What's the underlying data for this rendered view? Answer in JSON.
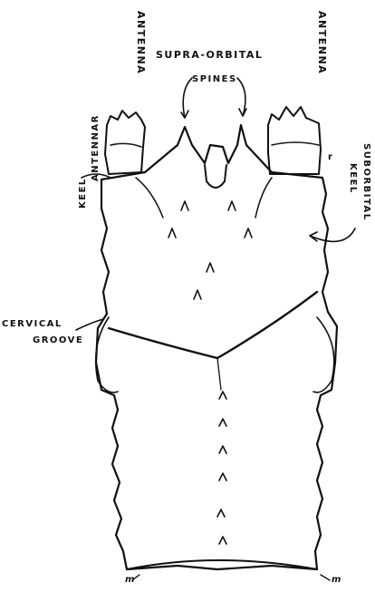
{
  "figure": {
    "labels": {
      "antenna_left": "ANTENNA",
      "antenna_right": "ANTENNA",
      "supra_orbital_line1": "SUPRA-ORBITAL",
      "supra_orbital_line2": "SPINES",
      "suborbital_keel_line1": "SUBORBITAL",
      "suborbital_keel_line2": "KEEL",
      "antennar_keel_line1": "ANTENNAR",
      "antennar_keel_line2": "KEEL",
      "cervical_groove_line1": "CERVICAL",
      "cervical_groove_line2": "GROOVE",
      "marker_left": "m",
      "marker_right": "m",
      "marker_top_right": "r"
    }
  }
}
